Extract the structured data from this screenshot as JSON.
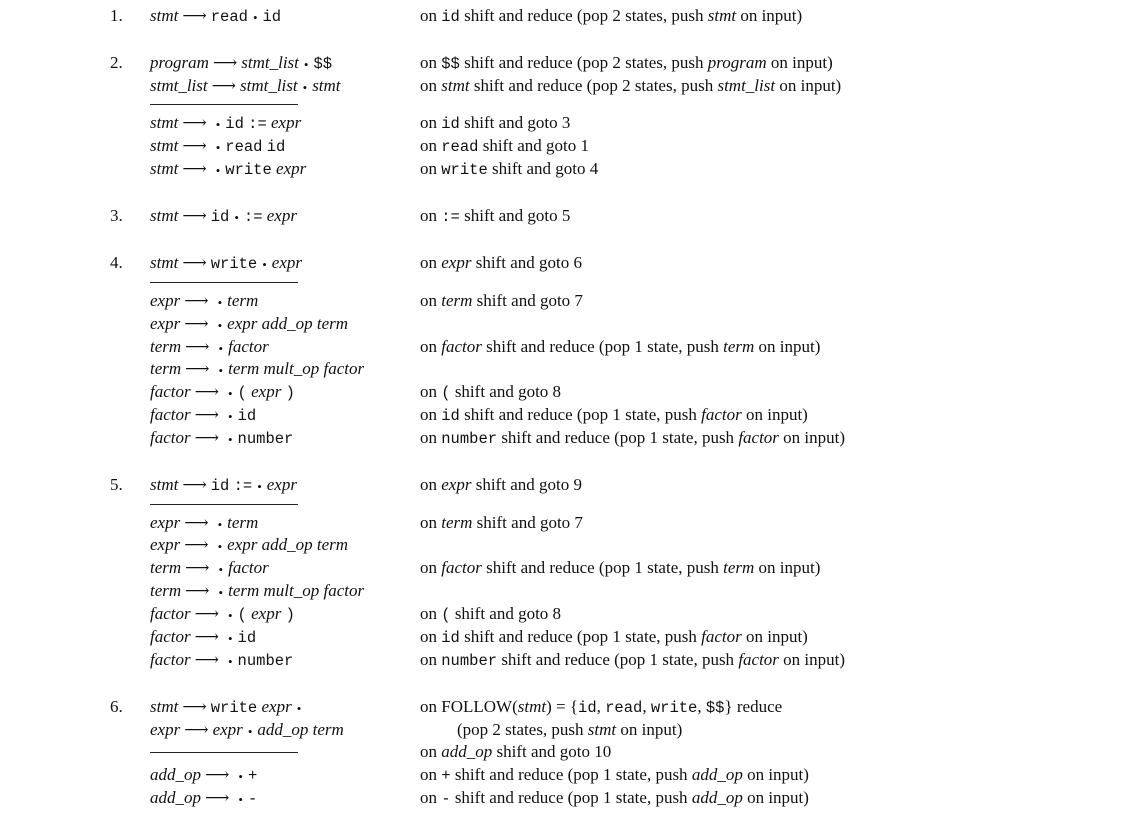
{
  "page_title": "",
  "states": [
    {
      "number": "1.",
      "items": [
        {
          "lhs": "stmt",
          "arrow": "⟶",
          "before_dot": [
            "read"
          ],
          "dot": "•",
          "after_dot": [
            "id"
          ],
          "action": {
            "on": "on",
            "symbol": "id",
            "text": "shift and reduce (pop 2 states, push",
            "push": "stmt",
            "tail": "on input)"
          }
        }
      ]
    },
    {
      "number": "2.",
      "items": [
        {
          "lhs": "program",
          "arrow": "⟶",
          "before_dot": [
            "stmt_list"
          ],
          "dot": "•",
          "after_dot": [
            "$$"
          ],
          "action": {
            "on": "on",
            "symbol": "$$",
            "text": "shift and reduce (pop 2 states, push",
            "push": "program",
            "tail": "on input)"
          }
        },
        {
          "lhs": "stmt_list",
          "arrow": "⟶",
          "before_dot": [
            "stmt_list"
          ],
          "dot": "•",
          "after_dot": [
            "stmt"
          ],
          "action": {
            "on": "on",
            "symbol": "stmt",
            "text": "shift and reduce (pop 2 states, push",
            "push": "stmt_list",
            "tail": "on input)"
          }
        },
        {
          "lhs": "stmt",
          "arrow": "⟶",
          "dot": "•",
          "after_dot": [
            "id",
            ":=",
            "expr"
          ],
          "action": {
            "on": "on",
            "symbol": "id",
            "text": "shift and goto 3"
          }
        },
        {
          "lhs": "stmt",
          "arrow": "⟶",
          "dot": "•",
          "after_dot": [
            "read",
            "id"
          ],
          "action": {
            "on": "on",
            "symbol": "read",
            "text": "shift and goto 1"
          }
        },
        {
          "lhs": "stmt",
          "arrow": "⟶",
          "dot": "•",
          "after_dot": [
            "write",
            "expr"
          ],
          "action": {
            "on": "on",
            "symbol": "write",
            "text": "shift and goto 4"
          }
        }
      ]
    },
    {
      "number": "3.",
      "items": [
        {
          "lhs": "stmt",
          "arrow": "⟶",
          "before_dot": [
            "id"
          ],
          "dot": "•",
          "after_dot": [
            ":=",
            "expr"
          ],
          "action": {
            "on": "on",
            "symbol": ":=",
            "text": "shift and goto 5"
          }
        }
      ]
    },
    {
      "number": "4.",
      "items": [
        {
          "lhs": "stmt",
          "arrow": "⟶",
          "before_dot": [
            "write"
          ],
          "dot": "•",
          "after_dot": [
            "expr"
          ],
          "action": {
            "on": "on",
            "symbol": "expr",
            "text": "shift and goto 6"
          }
        },
        {
          "lhs": "expr",
          "arrow": "⟶",
          "dot": "•",
          "after_dot": [
            "term"
          ],
          "action": {
            "on": "on",
            "symbol": "term",
            "text": "shift and goto 7"
          }
        },
        {
          "lhs": "expr",
          "arrow": "⟶",
          "dot": "•",
          "after_dot": [
            "expr",
            "add_op",
            "term"
          ]
        },
        {
          "lhs": "term",
          "arrow": "⟶",
          "dot": "•",
          "after_dot": [
            "factor"
          ],
          "action": {
            "on": "on",
            "symbol": "factor",
            "text": "shift and reduce (pop 1 state, push",
            "push": "term",
            "tail": "on input)"
          }
        },
        {
          "lhs": "term",
          "arrow": "⟶",
          "dot": "•",
          "after_dot": [
            "term",
            "mult_op",
            "factor"
          ]
        },
        {
          "lhs": "factor",
          "arrow": "⟶",
          "dot": "•",
          "after_dot": [
            "(",
            "expr",
            ")"
          ],
          "action": {
            "on": "on",
            "symbol": "(",
            "text": "shift and goto 8"
          }
        },
        {
          "lhs": "factor",
          "arrow": "⟶",
          "dot": "•",
          "after_dot": [
            "id"
          ],
          "action": {
            "on": "on",
            "symbol": "id",
            "text": "shift and reduce (pop 1 state, push",
            "push": "factor",
            "tail": "on input)"
          }
        },
        {
          "lhs": "factor",
          "arrow": "⟶",
          "dot": "•",
          "after_dot": [
            "number"
          ],
          "action": {
            "on": "on",
            "symbol": "number",
            "text": "shift and reduce (pop 1 state, push",
            "push": "factor",
            "tail": "on input)"
          }
        }
      ]
    },
    {
      "number": "5.",
      "items": [
        {
          "lhs": "stmt",
          "arrow": "⟶",
          "before_dot": [
            "id",
            ":="
          ],
          "dot": "•",
          "after_dot": [
            "expr"
          ],
          "action": {
            "on": "on",
            "symbol": "expr",
            "text": "shift and goto 9"
          }
        },
        {
          "lhs": "expr",
          "arrow": "⟶",
          "dot": "•",
          "after_dot": [
            "term"
          ],
          "action": {
            "on": "on",
            "symbol": "term",
            "text": "shift and goto 7"
          }
        },
        {
          "lhs": "expr",
          "arrow": "⟶",
          "dot": "•",
          "after_dot": [
            "expr",
            "add_op",
            "term"
          ]
        },
        {
          "lhs": "term",
          "arrow": "⟶",
          "dot": "•",
          "after_dot": [
            "factor"
          ],
          "action": {
            "on": "on",
            "symbol": "factor",
            "text": "shift and reduce (pop 1 state, push",
            "push": "term",
            "tail": "on input)"
          }
        },
        {
          "lhs": "term",
          "arrow": "⟶",
          "dot": "•",
          "after_dot": [
            "term",
            "mult_op",
            "factor"
          ]
        },
        {
          "lhs": "factor",
          "arrow": "⟶",
          "dot": "•",
          "after_dot": [
            "(",
            "expr",
            ")"
          ],
          "action": {
            "on": "on",
            "symbol": "(",
            "text": "shift and goto 8"
          }
        },
        {
          "lhs": "factor",
          "arrow": "⟶",
          "dot": "•",
          "after_dot": [
            "id"
          ],
          "action": {
            "on": "on",
            "symbol": "id",
            "text": "shift and reduce (pop 1 state, push",
            "push": "factor",
            "tail": "on input)"
          }
        },
        {
          "lhs": "factor",
          "arrow": "⟶",
          "dot": "•",
          "after_dot": [
            "number"
          ],
          "action": {
            "on": "on",
            "symbol": "number",
            "text": "shift and reduce (pop 1 state, push",
            "push": "factor",
            "tail": "on input)"
          }
        }
      ]
    },
    {
      "number": "6.",
      "items": [
        {
          "lhs": "stmt",
          "arrow": "⟶",
          "before_dot": [
            "write",
            "expr"
          ],
          "dot": "•",
          "after_dot": []
        },
        {
          "lhs": "expr",
          "arrow": "⟶",
          "before_dot": [
            "expr"
          ],
          "dot": "•",
          "after_dot": [
            "add_op",
            "term"
          ]
        },
        {
          "lhs": "add_op",
          "arrow": "⟶",
          "dot": "•",
          "after_dot": [
            "+"
          ]
        },
        {
          "lhs": "add_op",
          "arrow": "⟶",
          "dot": "•",
          "after_dot": [
            "-"
          ]
        }
      ],
      "actions": {
        "follow": {
          "on": "on",
          "follow_label": "FOLLOW",
          "follow_arg": "stmt",
          "equals": ") = {",
          "set": [
            "id",
            "read",
            "write",
            "$$"
          ],
          "close": "}",
          "text": "reduce"
        },
        "follow_cont": {
          "text": "(pop 2 states, push",
          "push": "stmt",
          "tail": "on input)"
        },
        "add_op": {
          "on": "on",
          "symbol": "add_op",
          "text": "shift and goto 10"
        },
        "plus": {
          "on": "on",
          "symbol": "+",
          "text": "shift and reduce (pop 1 state, push",
          "push": "add_op",
          "tail": "on input)"
        },
        "minus": {
          "on": "on",
          "symbol": "-",
          "text": "shift and reduce (pop 1 state, push",
          "push": "add_op",
          "tail": "on input)"
        }
      }
    }
  ]
}
